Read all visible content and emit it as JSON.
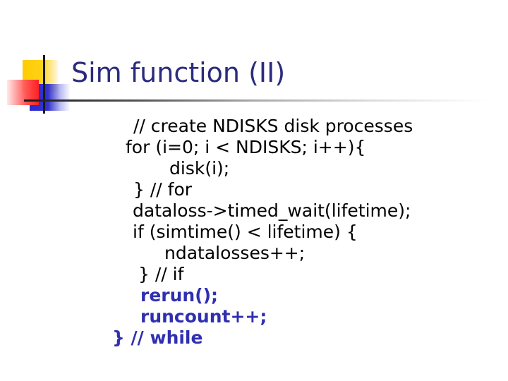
{
  "slide": {
    "title": "Sim function (II)",
    "colors": {
      "title": "#2b2b7e",
      "code": "#000000",
      "code_highlight": "#2f2fb0",
      "logo_yellow": "#ffcc00",
      "logo_red": "#ff2020",
      "logo_blue": "#2a2ad0"
    },
    "code": [
      {
        "text": "// create NDISKS disk processes",
        "style": "normal"
      },
      {
        "text": "for (i=0; i < NDISKS; i++){",
        "style": "normal"
      },
      {
        "text": "disk(i);",
        "style": "normal"
      },
      {
        "text": "} // for",
        "style": "normal"
      },
      {
        "text": "dataloss->timed_wait(lifetime);",
        "style": "normal"
      },
      {
        "text": "if (simtime() < lifetime) {",
        "style": "normal"
      },
      {
        "text": "ndatalosses++;",
        "style": "normal"
      },
      {
        "text": "} // if",
        "style": "normal"
      },
      {
        "text": "rerun();",
        "style": "bold-blue"
      },
      {
        "text": "runcount++;",
        "style": "bold-blue"
      },
      {
        "text": "} // while",
        "style": "bold-blue"
      }
    ]
  }
}
